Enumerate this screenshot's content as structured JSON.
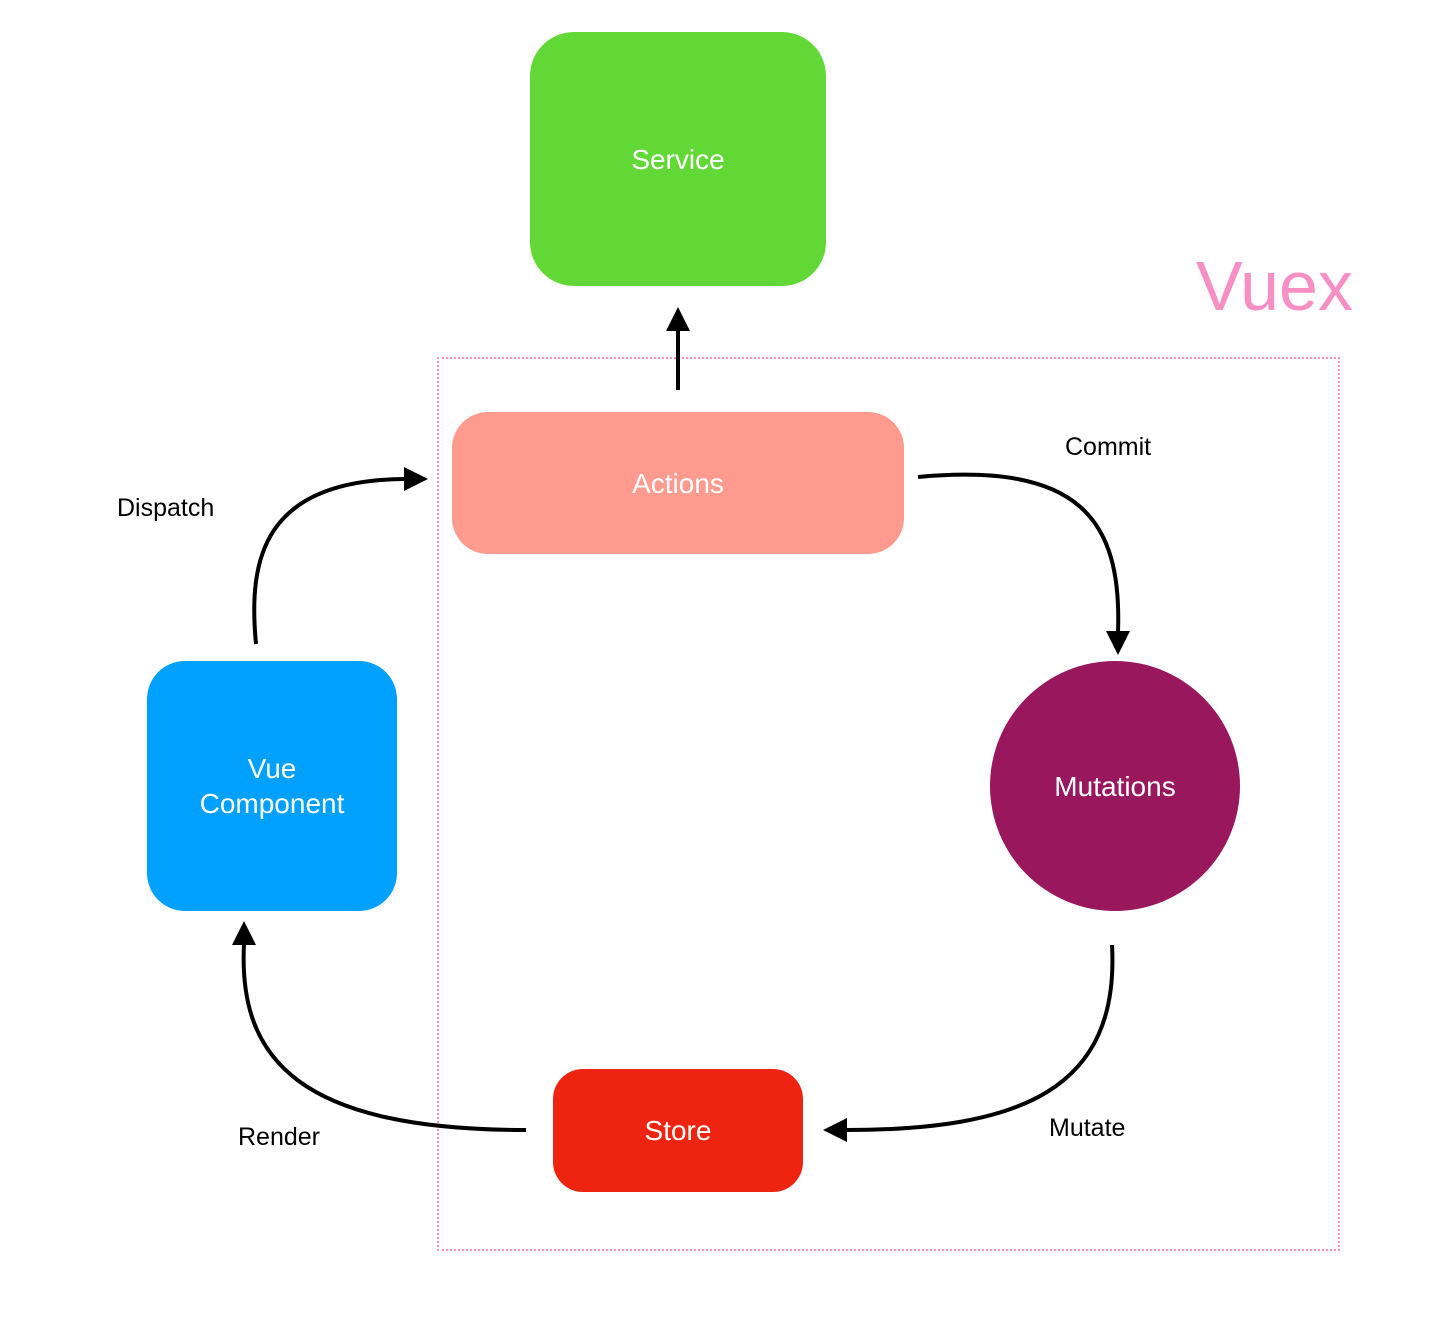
{
  "title": "Vuex",
  "colors": {
    "service": "#62d836",
    "actions": "#ff9a8e",
    "vue_component": "#00a0ff",
    "mutations": "#99175c",
    "store": "#ef2410",
    "vuex_region": "#f48fc4",
    "vuex_title": "#f78ec4"
  },
  "nodes": {
    "service": {
      "label": "Service"
    },
    "actions": {
      "label": "Actions"
    },
    "vue_component": {
      "label": "Vue\nComponent"
    },
    "mutations": {
      "label": "Mutations"
    },
    "store": {
      "label": "Store"
    }
  },
  "edges": {
    "dispatch": {
      "label": "Dispatch"
    },
    "commit": {
      "label": "Commit"
    },
    "mutate": {
      "label": "Mutate"
    },
    "render": {
      "label": "Render"
    }
  }
}
